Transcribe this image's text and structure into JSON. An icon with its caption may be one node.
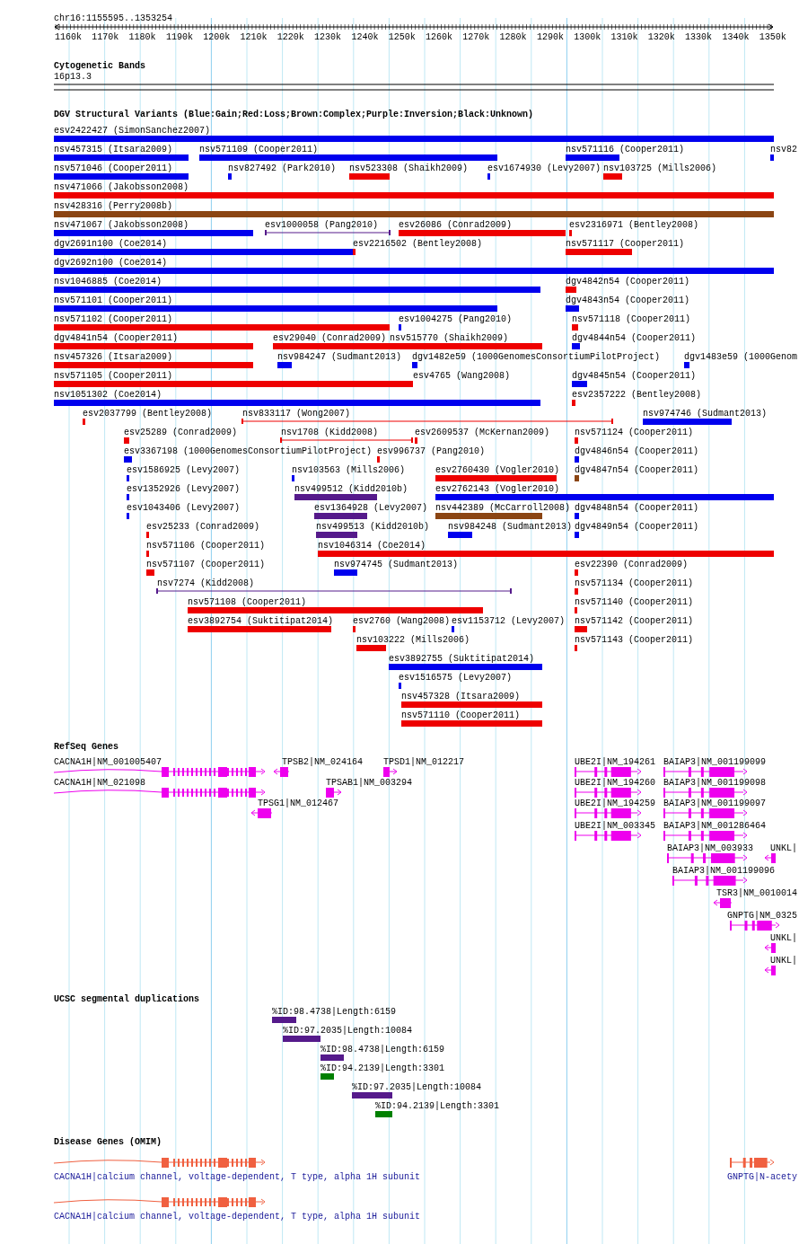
{
  "diagram": {
    "title": "chr16:1155595..1353254",
    "labels": [
      "1160k",
      "1170k",
      "1180k",
      "1190k",
      "1200k",
      "1210k",
      "1220k",
      "1230k",
      "1240k",
      "1250k",
      "1260k",
      "1270k",
      "1280k",
      "1290k",
      "1300k",
      "1310k",
      "1320k",
      "1330k",
      "1340k",
      "1350k",
      "Cytogenetic Bands",
      "16p13.3",
      "DGV Structural Variants (Blue:Gain;Red:Loss;Brown:Complex;Purple:Inversion;Black:Unknown)",
      "esv2422427 (SimonSanchez2007)",
      "nsv457315 (Itsara2009)",
      "nsv571109 (Cooper2011)",
      "nsv571116 (Cooper2011)",
      "nsv82",
      "nsv571046 (Cooper2011)",
      "nsv827492 (Park2010)",
      "nsv523308 (Shaikh2009)",
      "esv1674930 (Levy2007)",
      "nsv103725 (Mills2006)",
      "nsv471066 (Jakobsson2008)",
      "nsv428316 (Perry2008b)",
      "nsv471067 (Jakobsson2008)",
      "esv1000058 (Pang2010)",
      "esv26086 (Conrad2009)",
      "esv2316971 (Bentley2008)",
      "dgv2691n100 (Coe2014)",
      "esv2216502 (Bentley2008)",
      "nsv571117 (Cooper2011)",
      "dgv2692n100 (Coe2014)",
      "nsv1046885 (Coe2014)",
      "dgv4842n54 (Cooper2011)",
      "nsv571101 (Cooper2011)",
      "dgv4843n54 (Cooper2011)",
      "nsv571102 (Cooper2011)",
      "esv1004275 (Pang2010)",
      "nsv571118 (Cooper2011)",
      "dgv4841n54 (Cooper2011)",
      "esv29040 (Conrad2009)",
      "nsv515770 (Shaikh2009)",
      "dgv4844n54 (Cooper2011)",
      "nsv457326 (Itsara2009)",
      "nsv984247 (Sudmant2013)",
      "dgv1482e59 (1000GenomesConsortiumPilotProject)",
      "dgv1483e59 (1000Genom",
      "nsv571105 (Cooper2011)",
      "esv4765 (Wang2008)",
      "dgv4845n54 (Cooper2011)",
      "nsv1051302 (Coe2014)",
      "esv2357222 (Bentley2008)",
      "esv2037799 (Bentley2008)",
      "nsv833117 (Wong2007)",
      "nsv974746 (Sudmant2013)",
      "esv25289 (Conrad2009)",
      "nsv1708 (Kidd2008)",
      "esv2609537 (McKernan2009)",
      "nsv571124 (Cooper2011)",
      "esv3367198 (1000GenomesConsortiumPilotProject)",
      "esv996737 (Pang2010)",
      "dgv4846n54 (Cooper2011)",
      "esv1586925 (Levy2007)",
      "nsv103563 (Mills2006)",
      "esv2760430 (Vogler2010)",
      "dgv4847n54 (Cooper2011)",
      "esv1352926 (Levy2007)",
      "nsv499512 (Kidd2010b)",
      "esv2762143 (Vogler2010)",
      "esv1043406 (Levy2007)",
      "esv1364928 (Levy2007)",
      "nsv442389 (McCarroll2008)",
      "dgv4848n54 (Cooper2011)",
      "esv25233 (Conrad2009)",
      "nsv499513 (Kidd2010b)",
      "nsv984248 (Sudmant2013)",
      "dgv4849n54 (Cooper2011)",
      "nsv571106 (Cooper2011)",
      "nsv1046314 (Coe2014)",
      "nsv571107 (Cooper2011)",
      "nsv974745 (Sudmant2013)",
      "esv22390 (Conrad2009)",
      "nsv7274 (Kidd2008)",
      "nsv571134 (Cooper2011)",
      "nsv571108 (Cooper2011)",
      "nsv571140 (Cooper2011)",
      "esv3892754 (Suktitipat2014)",
      "esv2760 (Wang2008)",
      "esv1153712 (Levy2007)",
      "nsv571142 (Cooper2011)",
      "nsv103222 (Mills2006)",
      "nsv571143 (Cooper2011)",
      "esv3892755 (Suktitipat2014)",
      "esv1516575 (Levy2007)",
      "nsv457328 (Itsara2009)",
      "nsv571110 (Cooper2011)",
      "RefSeq Genes",
      "CACNA1H|NM_001005407",
      "TPSB2|NM_024164",
      "TPSD1|NM_012217",
      "UBE2I|NM_194261",
      "BAIAP3|NM_001199099",
      "CACNA1H|NM_021098",
      "TPSAB1|NM_003294",
      "UBE2I|NM_194260",
      "BAIAP3|NM_001199098",
      "TPSG1|NM_012467",
      "UBE2I|NM_194259",
      "BAIAP3|NM_001199097",
      "UBE2I|NM_003345",
      "BAIAP3|NM_001286464",
      "BAIAP3|NM_003933",
      "UNKL|",
      "BAIAP3|NM_001199096",
      "TSR3|NM_0010014",
      "GNPTG|NM_0325",
      "UNKL|",
      "UNKL|",
      "UCSC segmental duplications",
      "%ID:98.4738|Length:6159",
      "%ID:97.2035|Length:10084",
      "%ID:98.4738|Length:6159",
      "%ID:94.2139|Length:3301",
      "%ID:97.2035|Length:10084",
      "%ID:94.2139|Length:3301",
      "Disease Genes (OMIM)",
      "CACNA1H|calcium channel, voltage-dependent, T type, alpha 1H subunit",
      "GNPTG|N-acety",
      "CACNA1H|calcium channel, voltage-dependent, T type, alpha 1H subunit"
    ]
  }
}
